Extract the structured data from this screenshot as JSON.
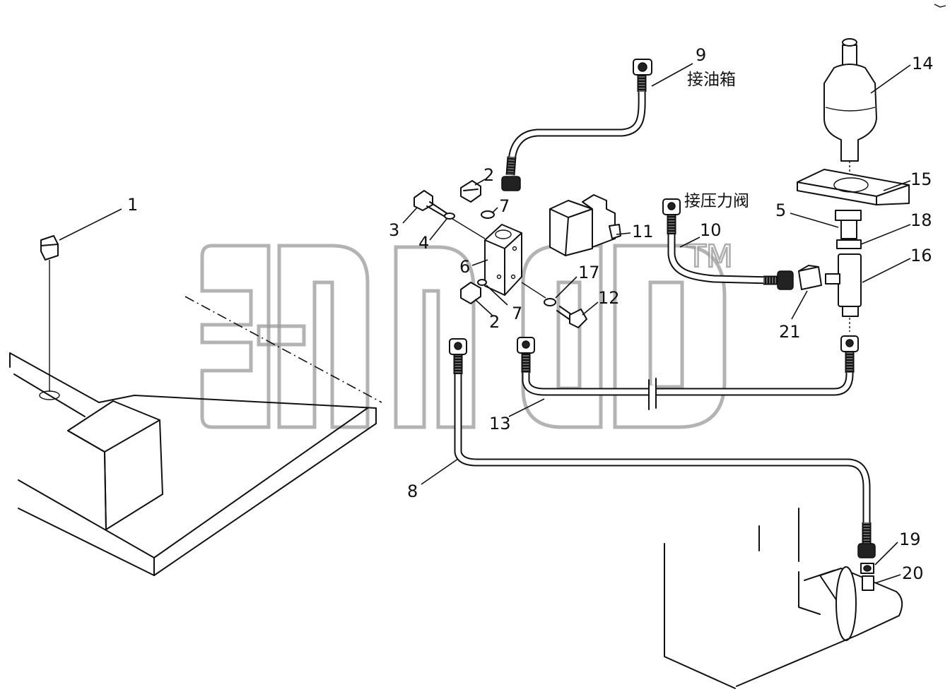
{
  "callouts": [
    {
      "id": "1",
      "text": "1"
    },
    {
      "id": "2a",
      "text": "2"
    },
    {
      "id": "2b",
      "text": "2"
    },
    {
      "id": "3",
      "text": "3"
    },
    {
      "id": "4",
      "text": "4"
    },
    {
      "id": "5",
      "text": "5"
    },
    {
      "id": "6",
      "text": "6"
    },
    {
      "id": "7a",
      "text": "7"
    },
    {
      "id": "7b",
      "text": "7"
    },
    {
      "id": "8",
      "text": "8"
    },
    {
      "id": "9",
      "text": "9"
    },
    {
      "id": "10",
      "text": "10"
    },
    {
      "id": "11",
      "text": "11"
    },
    {
      "id": "12",
      "text": "12"
    },
    {
      "id": "13",
      "text": "13"
    },
    {
      "id": "14",
      "text": "14"
    },
    {
      "id": "15",
      "text": "15"
    },
    {
      "id": "16",
      "text": "16"
    },
    {
      "id": "17",
      "text": "17"
    },
    {
      "id": "18",
      "text": "18"
    },
    {
      "id": "19",
      "text": "19"
    },
    {
      "id": "20",
      "text": "20"
    },
    {
      "id": "21",
      "text": "21"
    }
  ],
  "notes": {
    "to_tank": "接油箱",
    "to_pressure_valve": "接压力阀"
  },
  "watermark": {
    "trademark": "TM"
  }
}
